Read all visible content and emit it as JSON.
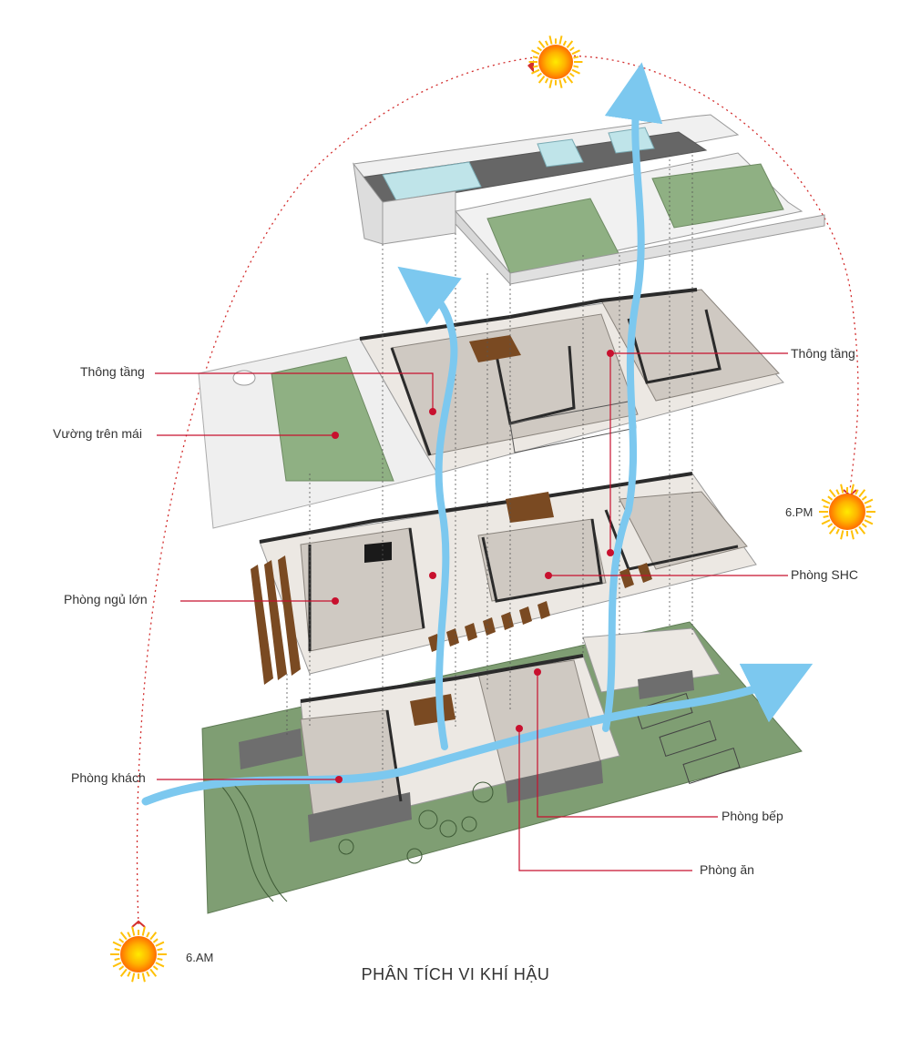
{
  "caption": "PHÂN TÍCH VI KHÍ HẬU",
  "sun_times": {
    "morning": "6.AM",
    "evening": "6.PM"
  },
  "labels": {
    "thong_tang_left": "Thông tầng",
    "vuon_tren_mai": "Vường trên mái",
    "phong_ngu_lon": "Phòng ngủ lớn",
    "phong_khach": "Phòng khách",
    "thong_tang_right": "Thông tầng",
    "phong_shc": "Phòng SHC",
    "phong_bep": "Phòng bếp",
    "phong_an": "Phòng ăn"
  },
  "colors": {
    "leader": "#c8102e",
    "sun_path": "#d32f2f",
    "airflow": "#7cc8ef",
    "lawn": "#7f9e73",
    "roof_green": "#8fb083",
    "slab": "#eeeeee",
    "floor": "#cfc9c2",
    "wall": "#2b2b2b",
    "sun": "#ff9800",
    "wood": "#7a4a22"
  }
}
